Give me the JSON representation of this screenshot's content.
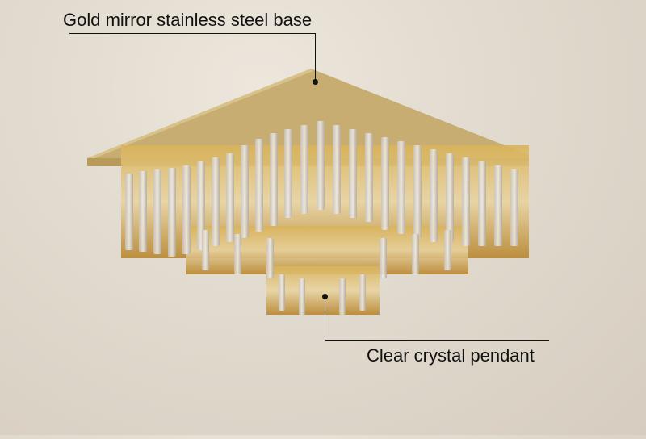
{
  "image": {
    "subject": "Square gold crystal flush-mount ceiling chandelier",
    "background_color": "#d6cdc0",
    "base_color": "#b89a5a",
    "crystal_color": "#c9a14a"
  },
  "annotations": [
    {
      "id": "base",
      "text": "Gold mirror stainless steel base"
    },
    {
      "id": "pendant",
      "text": "Clear crystal pendant"
    }
  ]
}
